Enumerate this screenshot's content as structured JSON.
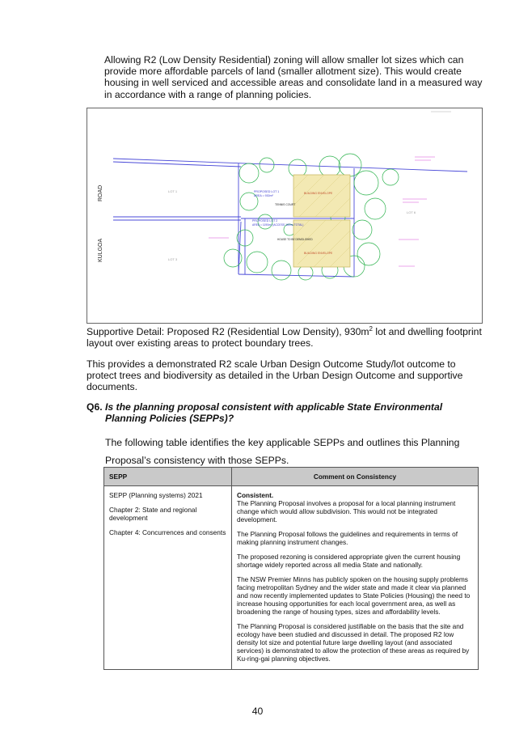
{
  "intro_paragraph": "Allowing R2 (Low Density Residential) zoning will allow smaller lot sizes which can provide more affordable parcels of land (smaller allotment size). This would create housing in well serviced and accessible areas and consolidate land in a measured way in accordance with a range of planning policies.",
  "plan": {
    "road_label_top": "ROAD",
    "road_label_bottom": "KULGOA",
    "lot1_label": "PROPOSED LOT 1",
    "lot1_area": "AREA = 930m²",
    "lot2_label": "PROPOSED LOT 2",
    "lot2_area": "AREA = 1190m² (ACCESS 160m² TOTAL)",
    "envelope_label": "BUILDING ENVELOPE",
    "court_label": "TENNIS COURT",
    "house_label": "HOUSE TO BE DEMOLISHED",
    "lot_left_top": "LOT 1",
    "lot_left_bottom": "LOT 3",
    "lot_right": "LOT 6"
  },
  "caption": {
    "text_before": "Supportive Detail: Proposed R2 (Residential Low Density), 930m",
    "superscript": "2",
    "text_after": " lot and dwelling footprint layout over existing areas to protect boundary trees."
  },
  "demo_paragraph": "This provides a demonstrated R2 scale Urban Design Outcome Study/lot outcome to protect trees and biodiversity as detailed in the Urban Design Outcome and supportive documents.",
  "question": {
    "number": "Q6.",
    "text": "Is the planning proposal consistent with applicable State Environmental Planning Policies (SEPPs)?"
  },
  "table_intro": "The following table identifies the key applicable SEPPs and outlines this Planning Proposal’s consistency with those SEPPs.",
  "table": {
    "headers": [
      "SEPP",
      "Comment on Consistency"
    ],
    "sepp_cells": [
      "SEPP (Planning systems) 2021",
      "Chapter 2: State and regional development",
      "Chapter 4: Concurrences and consents"
    ],
    "consistency_heading": "Consistent.",
    "comments": [
      "The Planning Proposal involves a proposal for a local planning instrument change which would allow subdivision. This would not be integrated development.",
      "The Planning Proposal follows the guidelines and requirements in terms of making planning instrument changes.",
      "The proposed rezoning is considered appropriate given the current housing shortage widely reported across all media State and nationally.",
      "The NSW Premier Minns has publicly spoken on the housing supply problems facing metropolitan Sydney and the wider state and made it clear via planned and now recently implemented updates to State Policies (Housing) the need to increase housing opportunities for each local government area, as well as broadening the range of housing types, sizes and affordability levels.",
      "The Planning Proposal is considered justifiable on the basis that the site and ecology have been studied and discussed in detail. The proposed R2 low density lot size and potential future large dwelling layout (and associated services) is demonstrated to allow the protection of these areas as required by Ku-ring-gai planning objectives."
    ]
  },
  "page_number": "40"
}
